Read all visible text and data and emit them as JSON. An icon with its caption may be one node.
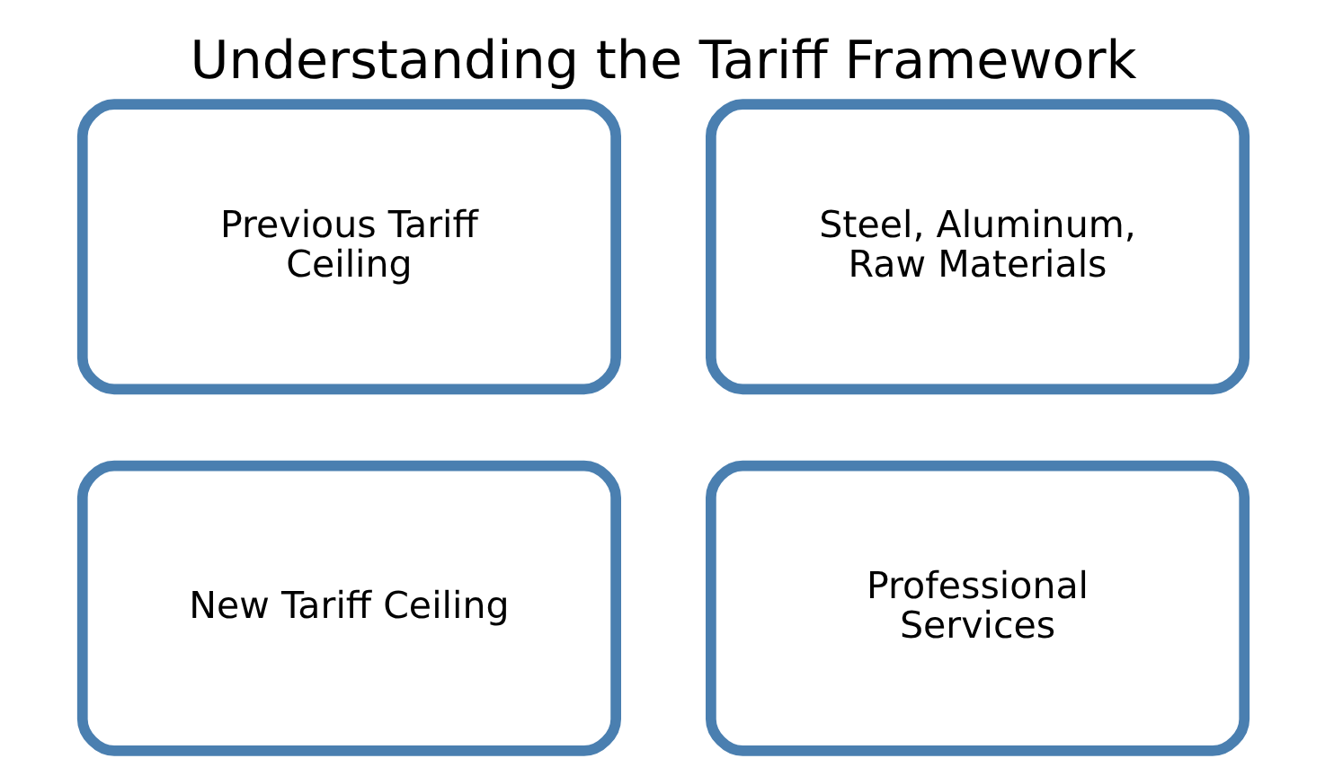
{
  "diagram": {
    "title": "Understanding the Tariff Framework",
    "nodes": [
      {
        "text": [
          "Previous Tariff Ceiling"
        ]
      },
      {
        "text": [
          "Steel, Aluminum, Raw Materials"
        ]
      },
      {
        "text": [
          "New Tariff Ceiling"
        ]
      },
      {
        "text": [
          "Professional Services"
        ]
      }
    ],
    "edges": []
  }
}
